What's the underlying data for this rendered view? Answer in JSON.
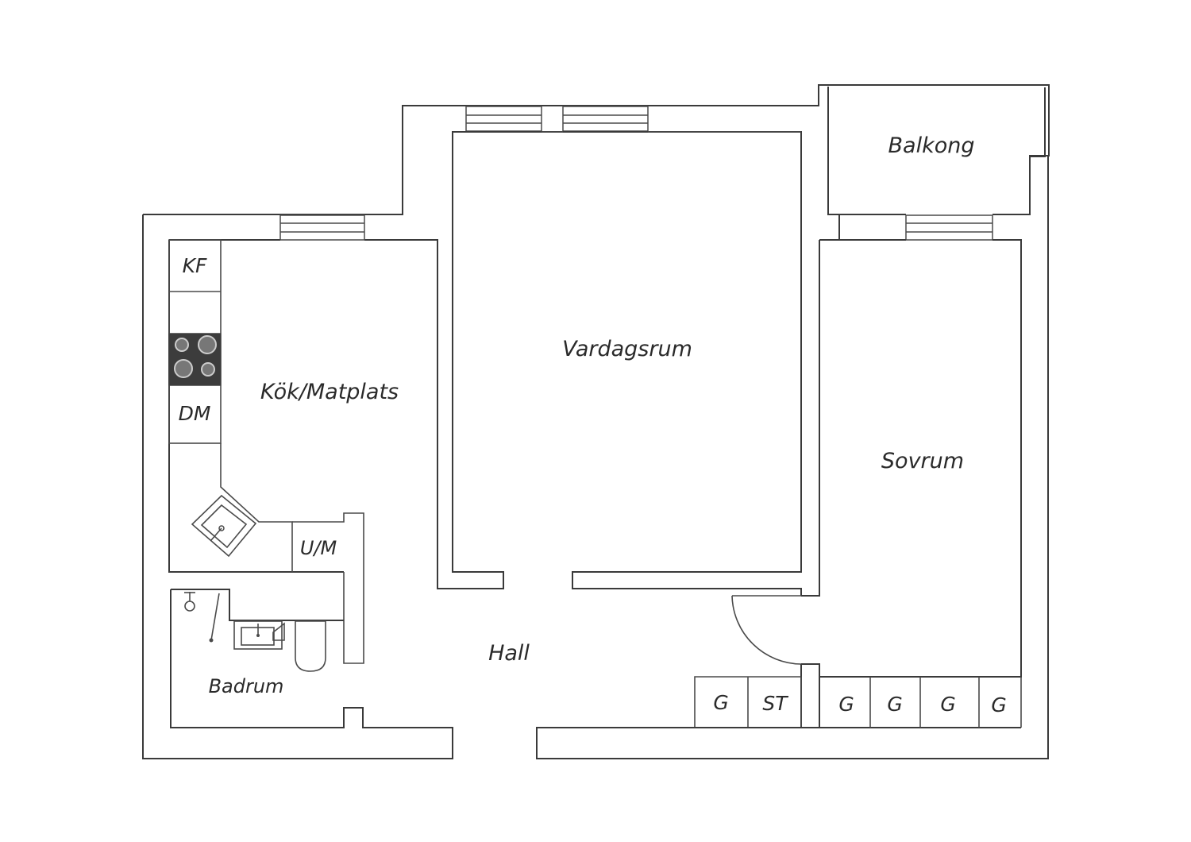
{
  "rooms": {
    "balcony": "Balkong",
    "kitchen": "Kök/Matplats",
    "living": "Vardagsrum",
    "bedroom": "Sovrum",
    "hall": "Hall",
    "bathroom": "Badrum"
  },
  "appliances": {
    "fridge_freezer": "KF",
    "dishwasher": "DM",
    "oven_microwave": "U/M",
    "storage": "ST",
    "wardrobes": [
      "G",
      "G",
      "G",
      "G",
      "G"
    ]
  },
  "colors": {
    "wall": "#3a3a3a",
    "stove": "#3c3c3c",
    "background": "#ffffff"
  }
}
